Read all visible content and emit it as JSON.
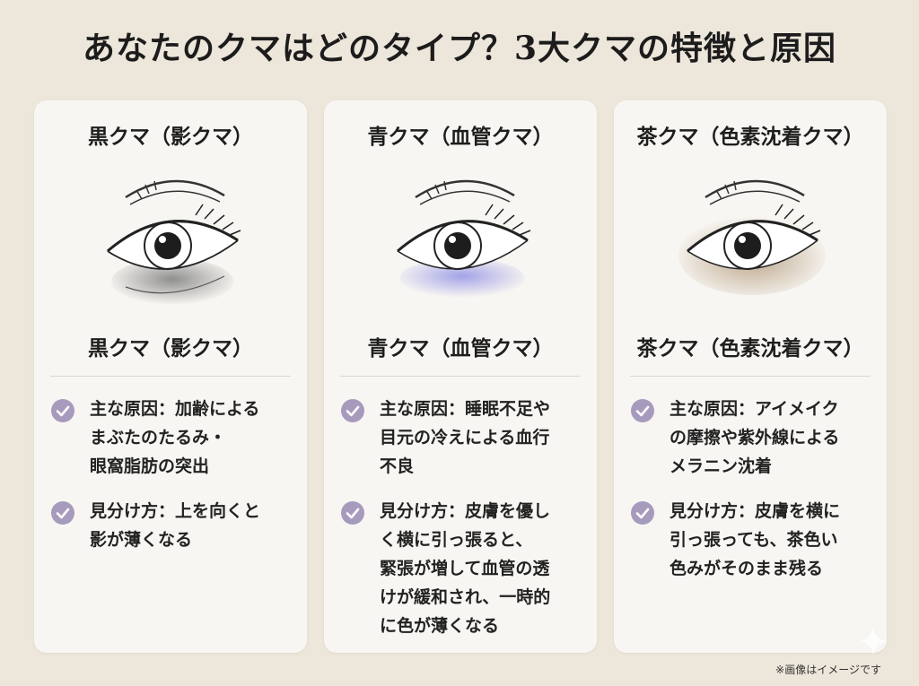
{
  "title": "あなたのクマはどのタイプ？3大クマの特徴と原因",
  "cards": [
    {
      "title": "黒クマ（影クマ）",
      "subtitle": "黒クマ（影クマ）",
      "shadow_color": "#8a8a8a",
      "bullets": [
        "主な原因：加齢による\nまぶたのたるみ・\n眼窩脂肪の突出",
        "見分け方：上を向くと\n影が薄くなる"
      ]
    },
    {
      "title": "青クマ（血管クマ）",
      "subtitle": "青クマ（血管クマ）",
      "shadow_color": "#9a9ae6",
      "bullets": [
        "主な原因：睡眠不足や\n目元の冷えによる血行\n不良",
        "見分け方：皮膚を優し\nく横に引っ張ると、\n緊張が増して血管の透\nけが緩和され、一時的\nに色が薄くなる"
      ]
    },
    {
      "title": "茶クマ（色素沈着クマ）",
      "subtitle": "茶クマ（色素沈着クマ）",
      "shadow_color": "#b39a7c",
      "bullets": [
        "主な原因：アイメイク\nの摩擦や紫外線による\nメラニン沈着",
        "見分け方：皮膚を横に\n引っ張っても、茶色い\n色みがそのまま残る"
      ]
    }
  ],
  "note": "※画像はイメージです",
  "colors": {
    "background": "#ede6da",
    "card": "#f8f6f2",
    "check": "#a79bbd"
  },
  "icons": {
    "check": "check-circle-icon",
    "eye": "eye-illustration",
    "sparkle": "sparkle-icon"
  }
}
